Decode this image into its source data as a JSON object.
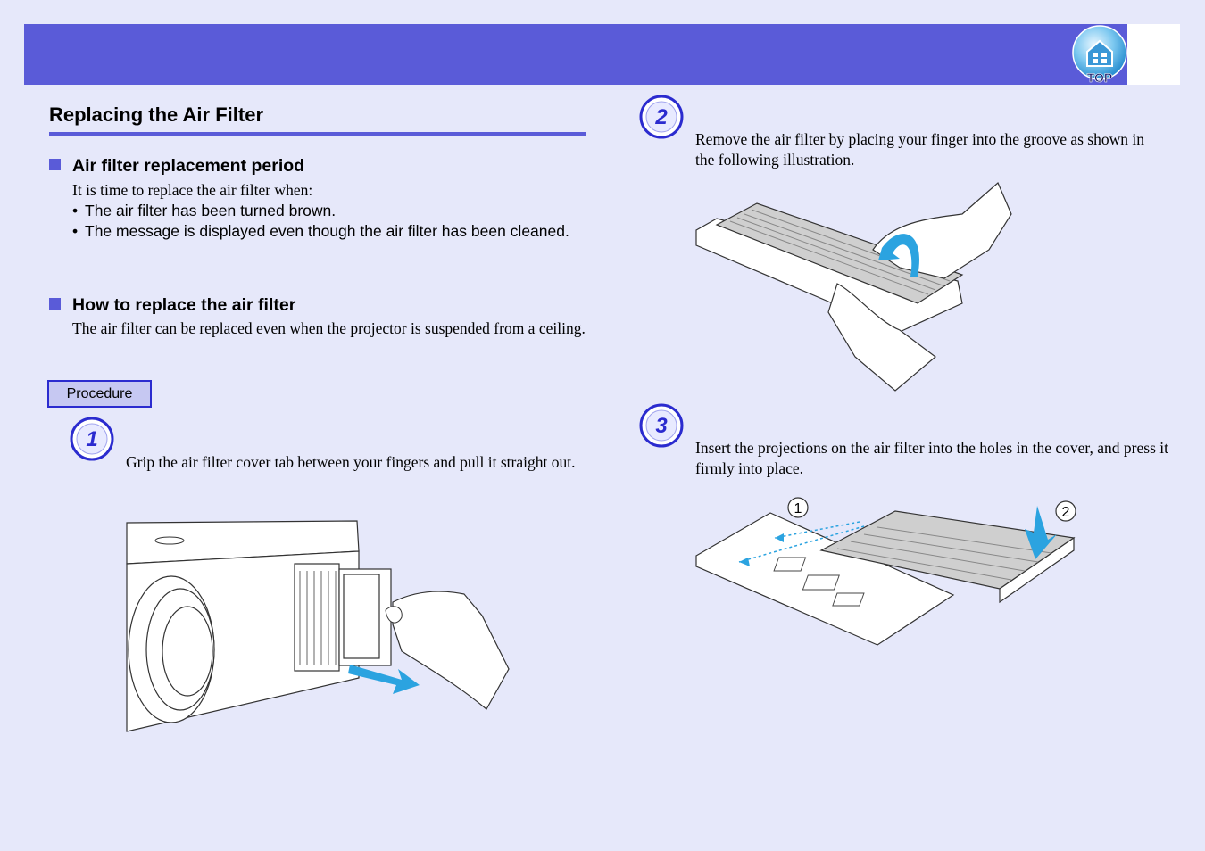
{
  "header": {
    "top_button_label": "TOP"
  },
  "section": {
    "title": "Replacing the Air Filter"
  },
  "period": {
    "heading": "Air filter replacement period",
    "intro": "It is time to replace the air filter when:",
    "items": [
      "The air filter has been turned brown.",
      "The message is displayed even though the air filter has been cleaned."
    ]
  },
  "how_to": {
    "heading": "How to replace the air filter",
    "text": "The air filter can be replaced even when the projector is suspended from a ceiling."
  },
  "procedure_label": "Procedure",
  "steps": [
    {
      "number": "1",
      "text": "Grip the air filter cover tab between your fingers and pull it straight out."
    },
    {
      "number": "2",
      "text": "Remove the air filter by placing your finger into the groove as shown in the following illustration."
    },
    {
      "number": "3",
      "text": "Insert the projections on the air filter into the holes in the cover, and press it firmly into place."
    }
  ],
  "step3_callouts": [
    "1",
    "2"
  ],
  "colors": {
    "page_background": "#e6e8fa",
    "header": "#5a5bd8",
    "step_circle": "#2b2bcf",
    "arrow": "#2ba3e0"
  }
}
